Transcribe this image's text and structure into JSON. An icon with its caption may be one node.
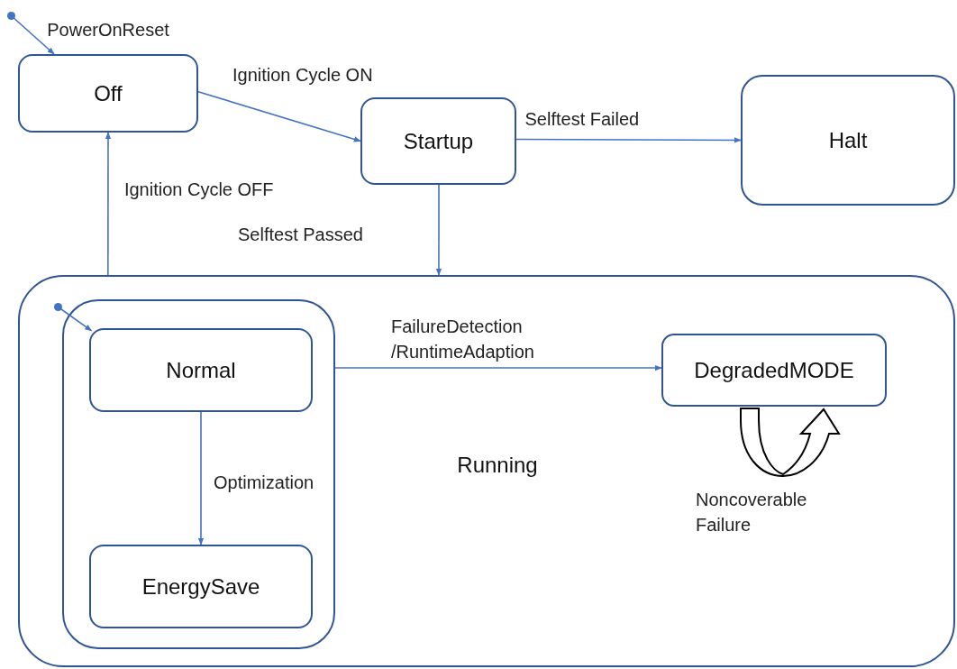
{
  "diagram": {
    "nodes": [
      {
        "text": [
          "Off"
        ]
      },
      {
        "text": [
          "Startup"
        ]
      },
      {
        "text": [
          "Halt"
        ]
      },
      {
        "text": [
          "Running"
        ]
      },
      {
        "text": [],
        "shape": "box",
        "in": 3
      },
      {
        "text": [
          "Normal"
        ],
        "in": 4
      },
      {
        "text": [
          "EnergySave"
        ],
        "in": 4
      },
      {
        "text": [
          "DegradedMODE"
        ],
        "in": 3
      },
      {
        "text": [],
        "shape": "circle"
      },
      {
        "text": [],
        "shape": "circle",
        "in": 3
      }
    ],
    "edges": [
      {
        "from": 8,
        "to": 0,
        "arrow": "to",
        "label": "PowerOnReset"
      },
      {
        "from": 0,
        "to": 1,
        "arrow": "to",
        "label": "Ignition Cycle ON"
      },
      {
        "from": 1,
        "to": 2,
        "arrow": "to",
        "label": "Selftest Failed"
      },
      {
        "from": 1,
        "to": 3,
        "arrow": "to",
        "label": "Selftest Passed"
      },
      {
        "from": 3,
        "to": 0,
        "arrow": "to",
        "label": "Ignition Cycle OFF"
      },
      {
        "from": 9,
        "to": 5,
        "arrow": "to"
      },
      {
        "from": 5,
        "to": 6,
        "arrow": "to",
        "label": "Optimization"
      },
      {
        "from": 4,
        "to": 7,
        "arrow": "to",
        "label": "FailureDetection /RuntimeAdaption"
      },
      {
        "from": 7,
        "to": 7,
        "arrow": "to",
        "label": "Noncoverable Failure",
        "style": "thick",
        "color": "#000000"
      }
    ]
  }
}
